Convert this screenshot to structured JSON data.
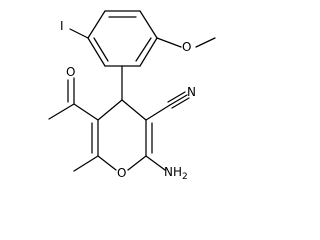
{
  "molecule": {
    "atom_labels": {
      "iodine": "I",
      "ether_oxygen": "O",
      "ketone_oxygen": "O",
      "ring_oxygen": "O",
      "nitrile_nitrogen": "N",
      "amine": "NH",
      "amine_subscript": "2"
    }
  }
}
